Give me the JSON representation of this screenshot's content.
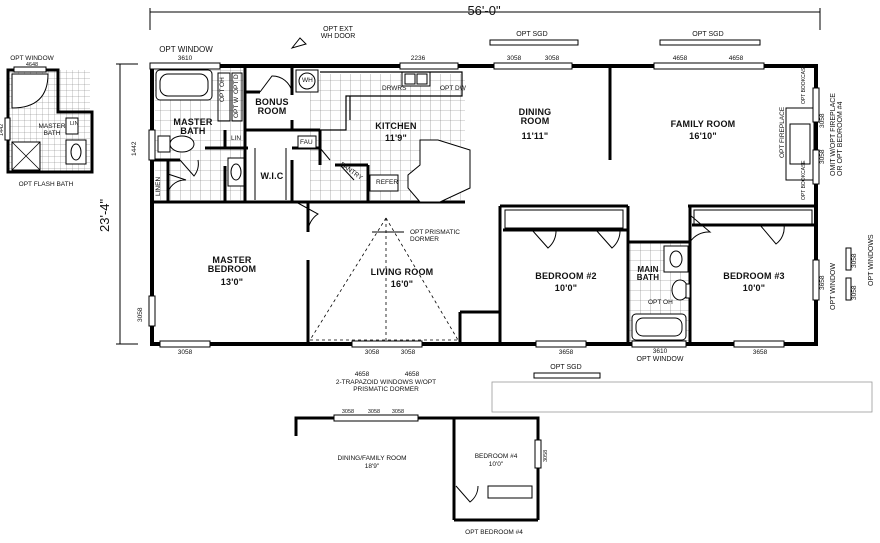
{
  "dimensions": {
    "width": "56'-0\"",
    "depth": "23'-4\""
  },
  "rooms": {
    "master_bath": "MASTER BATH",
    "bonus_room": "BONUS ROOM",
    "kitchen": {
      "name": "KITCHEN",
      "size": "11'9\""
    },
    "dining_room": {
      "name": "DINING ROOM",
      "size": "11'11\""
    },
    "family_room": {
      "name": "FAMILY ROOM",
      "size": "16'10\""
    },
    "master_bedroom": {
      "name": "MASTER BEDROOM",
      "size": "13'0\""
    },
    "living_room": {
      "name": "LIVING ROOM",
      "size": "16'0\""
    },
    "bedroom2": {
      "name": "BEDROOM #2",
      "size": "10'0\""
    },
    "bedroom3": {
      "name": "BEDROOM #3",
      "size": "10'0\""
    },
    "main_bath": "MAIN BATH",
    "wic": "W.I.C",
    "pantry": "PANTRY",
    "lin1": "LIN",
    "lin2": "LINEN",
    "fau": "FAU",
    "wh": "WH",
    "refer": "REFER",
    "drwrs": "DRWRS",
    "opt_dw": "OPT DW",
    "opt_d": "OPT D",
    "opt_w": "OPT W",
    "opt_oh1": "OPT OH",
    "opt_oh2": "OPT OH",
    "opt_fireplace": "OPT FIREPLACE",
    "opt_bookcase1": "OPT BOOKCASE",
    "opt_bookcase2": "OPT BOOKCASE"
  },
  "annotations": {
    "opt_window_top": "OPT WINDOW",
    "opt_ext_door": "OPT EXT\nWH DOOR",
    "opt_sgd_top1": "OPT SGD",
    "opt_sgd_top2": "OPT SGD",
    "opt_sgd_bottom": "OPT SGD",
    "opt_window_bottom": "OPT WINDOW",
    "opt_prismatic": "OPT PRISMATIC\nDORMER",
    "trapezoid": "2-TRAPAZOID WINDOWS W/OPT\nPRISMATIC DORMER",
    "omit_fireplace": "OMIT W/OPT FIREPLACE\nOR OPT BEDROOM #4",
    "opt_window_right": "OPT WINDOW",
    "opt_windows_right": "OPT WINDOWS"
  },
  "window_sizes": {
    "w3610_top": "3610",
    "w2236": "2236",
    "w3058_t1": "3058",
    "w3058_t2": "3058",
    "w4658_t1": "4658",
    "w4658_t2": "4658",
    "w1442": "1442",
    "w3058_left": "3058",
    "w3058_b1": "3058",
    "w3058_b2": "3058",
    "w3058_b3": "3058",
    "w4658_b1": "4658",
    "w4658_b2": "4658",
    "w3658_b1": "3658",
    "w3610_bottom": "3610",
    "w3658_b2": "3658",
    "w3058_fp1": "3058",
    "w3058_fp2": "3058",
    "w3658_right": "3658",
    "w3058_r1": "3058",
    "w3058_r2": "3058"
  },
  "inset_flash_bath": {
    "opt_window": "OPT WINDOW",
    "size": "4648",
    "room": "MASTER BATH",
    "lin": "LIN",
    "side": "1442",
    "caption": "OPT FLASH BATH"
  },
  "inset_bedroom4": {
    "w1": "3058",
    "w2": "3058",
    "w3": "3058",
    "room_left": {
      "name": "DINING/FAMILY ROOM",
      "size": "18'9\""
    },
    "room_right": {
      "name": "BEDROOM #4",
      "size": "10'0\""
    },
    "side": "3058",
    "caption": "OPT BEDROOM #4"
  }
}
